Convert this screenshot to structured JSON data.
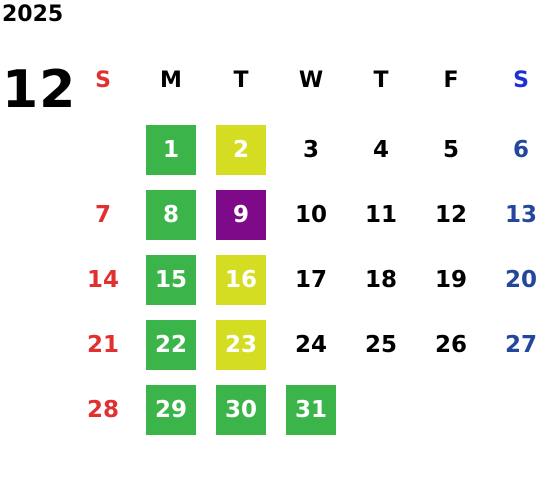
{
  "year": "2025",
  "month": "12",
  "weekdays": [
    "S",
    "M",
    "T",
    "W",
    "T",
    "F",
    "S"
  ],
  "colors": {
    "sunday": "#e03030",
    "saturday": "#23479a",
    "green_highlight": "#3bb44a",
    "yellow_highlight": "#d4dd22",
    "purple_highlight": "#7e0a8a"
  },
  "weeks": [
    [
      "",
      "1",
      "2",
      "3",
      "4",
      "5",
      "6"
    ],
    [
      "7",
      "8",
      "9",
      "10",
      "11",
      "12",
      "13"
    ],
    [
      "14",
      "15",
      "16",
      "17",
      "18",
      "19",
      "20"
    ],
    [
      "21",
      "22",
      "23",
      "24",
      "25",
      "26",
      "27"
    ],
    [
      "28",
      "29",
      "30",
      "31",
      "",
      "",
      ""
    ]
  ],
  "highlights": {
    "green": [
      "1",
      "8",
      "15",
      "22",
      "29",
      "30",
      "31"
    ],
    "yellow": [
      "2",
      "16",
      "23"
    ],
    "purple": [
      "9"
    ]
  }
}
